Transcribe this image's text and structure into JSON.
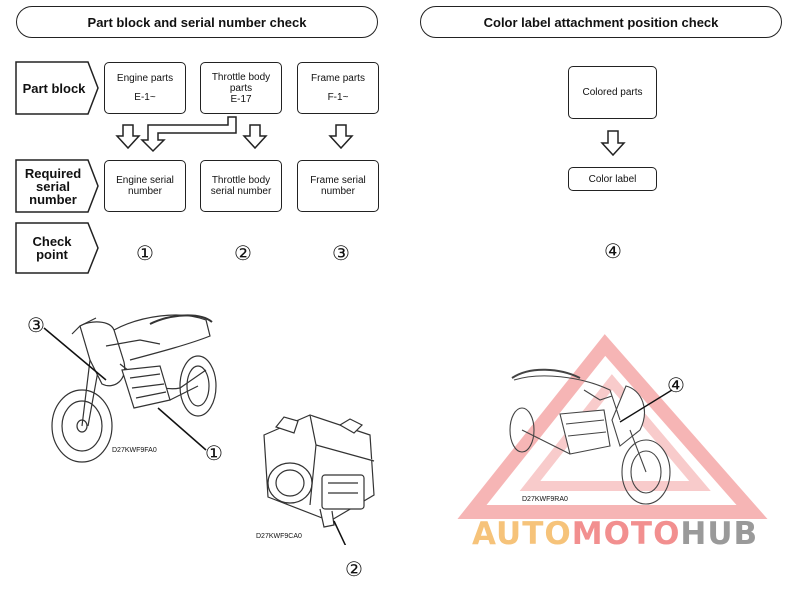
{
  "left_panel": {
    "title": "Part block and serial number check",
    "row_labels": {
      "part_block": "Part block",
      "required_serial": "Required serial number",
      "check_point": "Check point"
    },
    "part_blocks": [
      {
        "name": "Engine parts",
        "code": "E-1~"
      },
      {
        "name": "Throttle body parts",
        "code": "E-17"
      },
      {
        "name": "Frame parts",
        "code": "F-1~"
      }
    ],
    "serial_numbers": [
      "Engine serial number",
      "Throttle body serial number",
      "Frame serial number"
    ],
    "check_points": [
      "①",
      "②",
      "③"
    ]
  },
  "right_panel": {
    "title": "Color label attachment position check",
    "colored_parts": "Colored parts",
    "color_label": "Color label",
    "check_point": "④"
  },
  "illustrations": {
    "motorcycle_left": {
      "caption": "D27KWF9FA0",
      "callouts": [
        "③",
        "①"
      ]
    },
    "throttle_body": {
      "caption": "D27KWF9CA0",
      "callouts": [
        "②"
      ]
    },
    "motorcycle_right": {
      "caption": "D27KWF9RA0",
      "callouts": [
        "④"
      ]
    }
  },
  "watermark": {
    "part1": "AUTO",
    "part2": "MOTO",
    "part3": "HUB",
    "color_light": "#f6c37a",
    "color_red": "#f28f8f",
    "color_gray": "#9a9a9a"
  }
}
